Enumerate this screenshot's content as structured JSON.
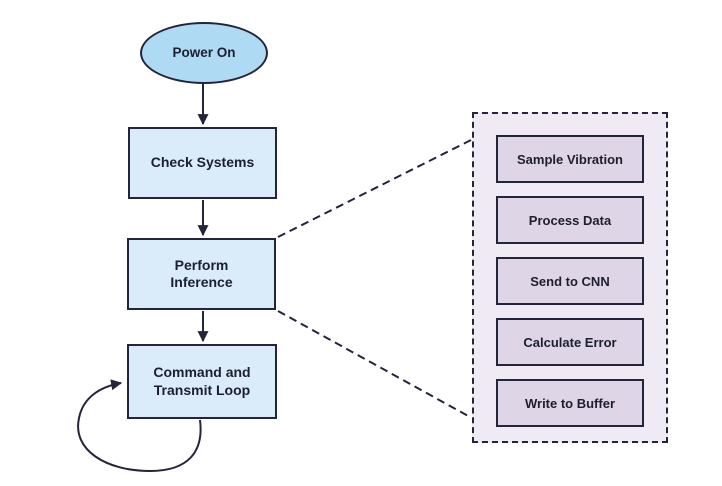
{
  "flow": {
    "start_label": "Power On",
    "step_labels": [
      "Check Systems",
      "Perform Inference",
      "Command and Transmit Loop"
    ]
  },
  "detail_panel": {
    "step_labels": [
      "Sample Vibration",
      "Process Data",
      "Send to CNN",
      "Calculate Error",
      "Write to Buffer"
    ]
  },
  "colors": {
    "oval_fill": "#aedaf3",
    "box_fill": "#daecf9",
    "panel_fill": "#efeaf4",
    "detail_box_fill": "#ded5e7",
    "stroke": "#23263a",
    "text": "#1c1f30",
    "bg": "#ffffff"
  }
}
